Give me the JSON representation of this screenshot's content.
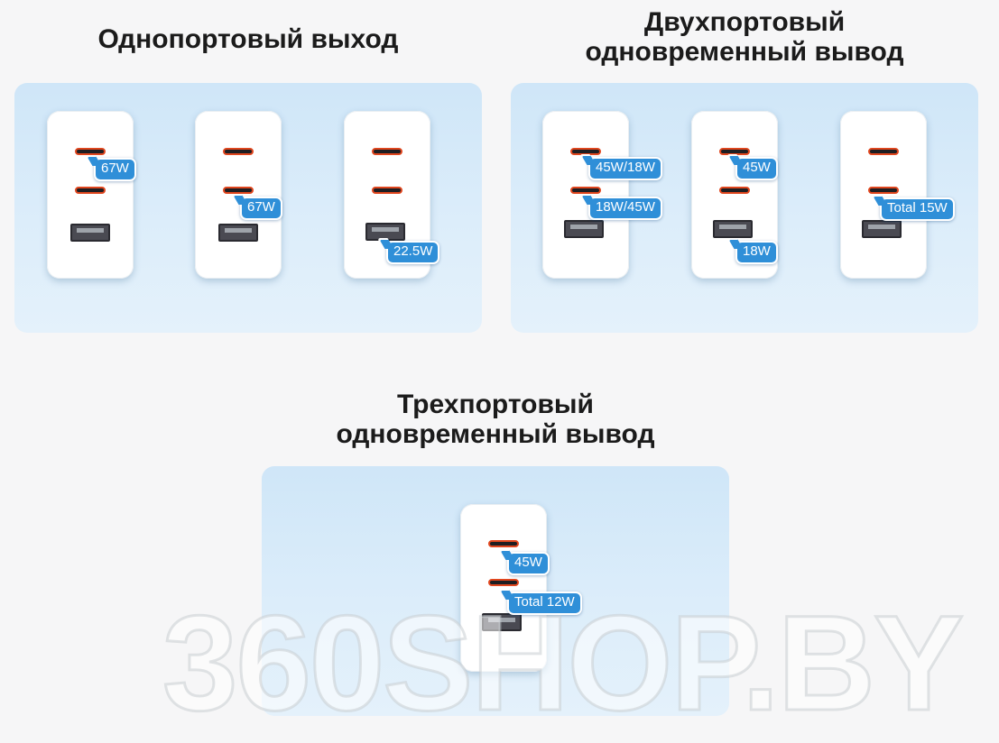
{
  "sections": {
    "single": {
      "title": "Однопортовый выход"
    },
    "dual": {
      "title_line1": "Двухпортовый",
      "title_line2": "одновременный вывод"
    },
    "triple": {
      "title_line1": "Трехпортовый",
      "title_line2": "одновременный вывод"
    }
  },
  "single_tags": [
    "67W",
    "67W",
    "22.5W"
  ],
  "dual_tags": [
    "45W/18W",
    "18W/45W",
    "45W",
    "18W",
    "Total 15W"
  ],
  "triple_tags": [
    "45W",
    "Total 12W"
  ],
  "watermark": "360SHOP.BY",
  "colors": {
    "tag": "#2f8fd8",
    "panel": "#d6eaf9",
    "port_accent": "#e0461e"
  }
}
